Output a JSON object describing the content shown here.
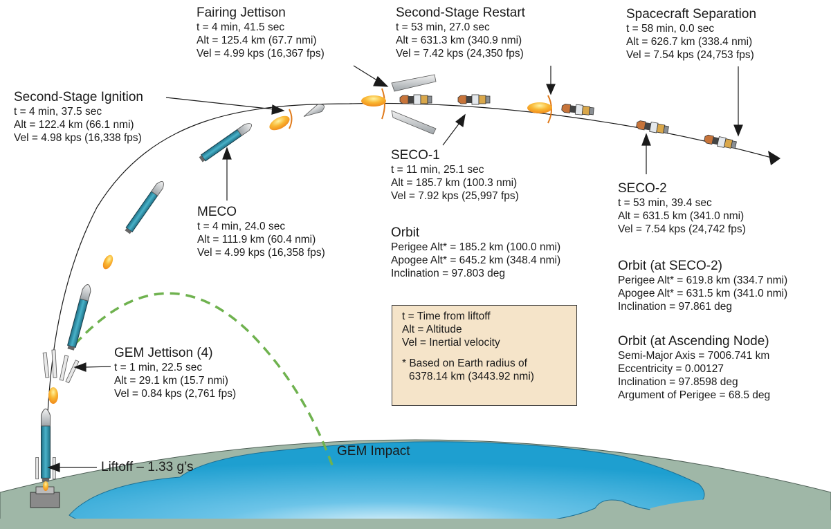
{
  "colors": {
    "earth_land": "#9fb7a7",
    "ocean_deep": "#1e9fd0",
    "ocean_light": "#d8f0fa",
    "trajectory": "#1a1a1a",
    "gem_impact_path": "#6fb24f",
    "rocket_body": "#2d8aa0",
    "flame": "#f2a12b",
    "legend_bg": "#f5e4c9"
  },
  "icons": [
    "rocket-icon",
    "flame-icon",
    "fairing-icon",
    "upper-stage-icon",
    "arrowhead-icon",
    "launch-pad-icon"
  ],
  "events": {
    "fairing_jettison": {
      "title": "Fairing Jettison",
      "lines": [
        "t = 4 min, 41.5 sec",
        "Alt = 125.4 km (67.7 nmi)",
        "Vel = 4.99 kps (16,367 fps)"
      ]
    },
    "second_stage_restart": {
      "title": "Second-Stage Restart",
      "lines": [
        "t = 53 min, 27.0 sec",
        "Alt = 631.3 km (340.9 nmi)",
        "Vel = 7.42 kps (24,350 fps)"
      ]
    },
    "spacecraft_separation": {
      "title": "Spacecraft Separation",
      "lines": [
        "t = 58 min, 0.0 sec",
        "Alt = 626.7 km (338.4 nmi)",
        "Vel = 7.54 kps (24,753 fps)"
      ]
    },
    "second_stage_ignition": {
      "title": "Second-Stage Ignition",
      "lines": [
        "t = 4 min, 37.5 sec",
        "Alt = 122.4 km (66.1 nmi)",
        "Vel = 4.98 kps (16,338 fps)"
      ]
    },
    "seco_1": {
      "title": "SECO-1",
      "lines": [
        "t = 11 min, 25.1 sec",
        "Alt = 185.7 km (100.3 nmi)",
        "Vel = 7.92 kps (25,997 fps)"
      ]
    },
    "seco_2": {
      "title": "SECO-2",
      "lines": [
        "t = 53 min, 39.4 sec",
        "Alt = 631.5 km (341.0 nmi)",
        "Vel = 7.54 kps (24,742 fps)"
      ]
    },
    "meco": {
      "title": "MECO",
      "lines": [
        "t = 4 min, 24.0 sec",
        "Alt = 111.9 km (60.4 nmi)",
        "Vel = 4.99 kps (16,358 fps)"
      ]
    },
    "gem_jettison": {
      "title": "GEM Jettison (4)",
      "lines": [
        "t = 1 min, 22.5 sec",
        "Alt = 29.1 km (15.7 nmi)",
        "Vel = 0.84 kps (2,761 fps)"
      ]
    },
    "liftoff": {
      "title": "Liftoff – 1.33 g’s"
    },
    "gem_impact": {
      "title": "GEM Impact"
    }
  },
  "orbits": {
    "orbit": {
      "title": "Orbit",
      "lines": [
        "Perigee Alt* = 185.2 km (100.0 nmi)",
        "Apogee Alt* = 645.2 km (348.4 nmi)",
        "Inclination =  97.803 deg"
      ]
    },
    "orbit_seco2": {
      "title": "Orbit (at SECO-2)",
      "lines": [
        "Perigee Alt* = 619.8 km (334.7 nmi)",
        "Apogee Alt* = 631.5 km (341.0 nmi)",
        "Inclination = 97.861 deg"
      ]
    },
    "orbit_node": {
      "title": "Orbit (at Ascending Node)",
      "lines": [
        "Semi-Major Axis = 7006.741 km",
        "Eccentricity = 0.00127",
        "Inclination =  97.8598 deg",
        "Argument of Perigee = 68.5 deg"
      ]
    }
  },
  "legend": {
    "lines": [
      "t = Time from liftoff",
      "Alt = Altitude",
      "Vel = Inertial velocity"
    ],
    "footnote": [
      "* Based on Earth radius of",
      "6378.14 km (3443.92 nmi)"
    ]
  }
}
